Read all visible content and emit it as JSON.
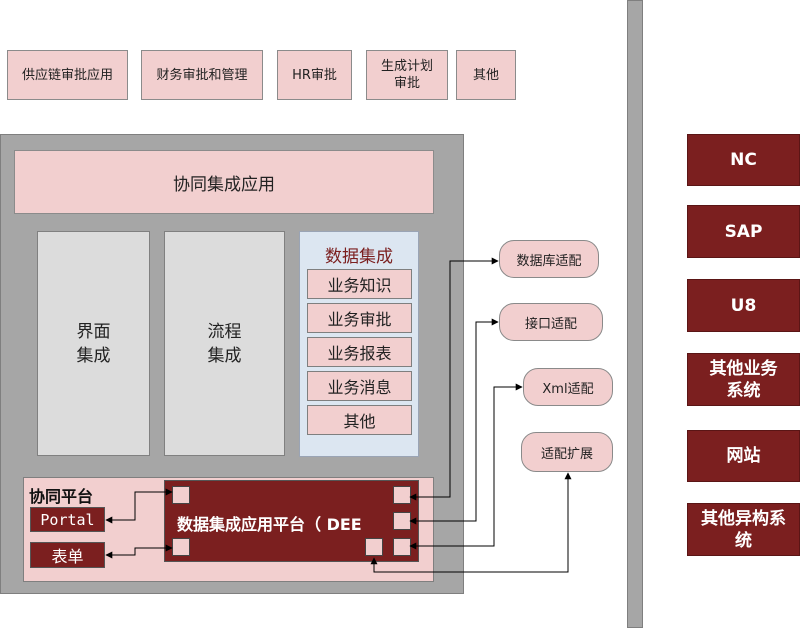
{
  "top_apps": [
    "供应链审批应用",
    "财务审批和管理",
    "HR审批",
    "生成计划\n审批",
    "其他"
  ],
  "collab_app": "协同集成应用",
  "columns": {
    "ui": "界面\n集成",
    "flow": "流程\n集成"
  },
  "data_integration": {
    "title": "数据集成",
    "items": [
      "业务知识",
      "业务审批",
      "业务报表",
      "业务消息",
      "其他"
    ]
  },
  "platform": {
    "title": "协同平台",
    "portal": "Portal",
    "form": "表单",
    "dee": "数据集成应用平台（ DEE"
  },
  "adapters": [
    "数据库适配",
    "接口适配",
    "Xml适配",
    "适配扩展"
  ],
  "systems": [
    "NC",
    "SAP",
    "U8",
    "其他业务\n系统",
    "网站",
    "其他异构系\n统"
  ],
  "colors": {
    "dark_red": "#7b1f1f",
    "pink": "#f2cfcf",
    "grey": "#a6a6a6",
    "light_blue": "#dce6f1"
  }
}
